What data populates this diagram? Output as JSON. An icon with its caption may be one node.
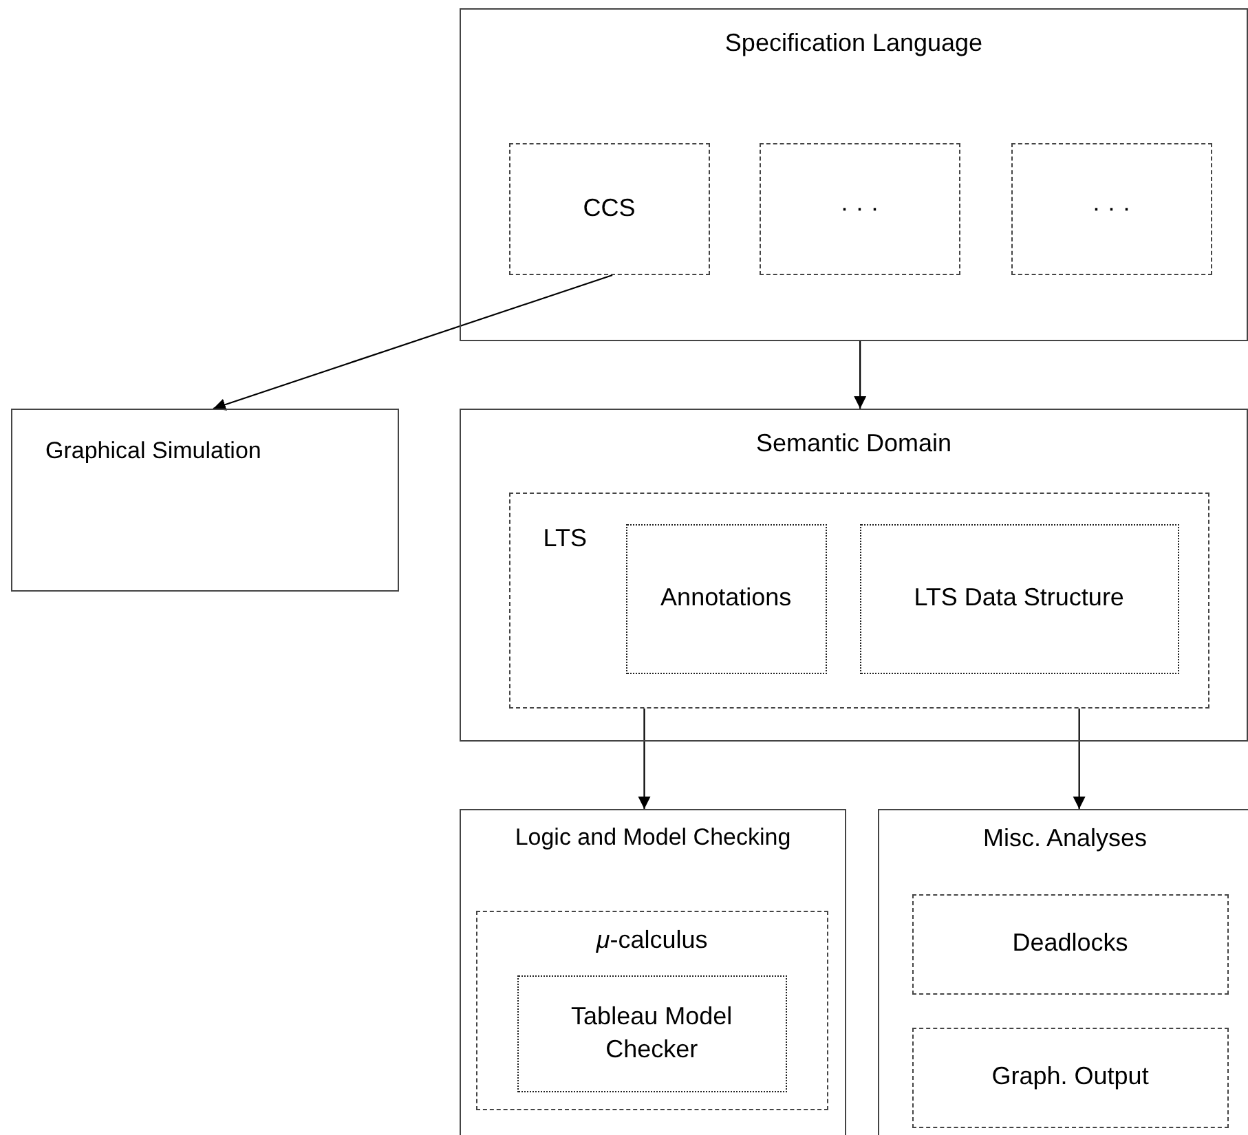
{
  "diagram": {
    "nodes": [
      {
        "text": [
          "Specification Language"
        ]
      },
      {
        "text": [
          "CCS"
        ],
        "in": 0
      },
      {
        "text": [
          "· · ·"
        ],
        "in": 0
      },
      {
        "text": [
          "· · ·"
        ],
        "in": 0
      },
      {
        "text": [
          "Graphical Simulation"
        ]
      },
      {
        "text": [
          "Semantic Domain"
        ]
      },
      {
        "text": [
          "LTS"
        ],
        "in": 5
      },
      {
        "text": [
          "Annotations"
        ],
        "in": 6
      },
      {
        "text": [
          "LTS Data Structure"
        ],
        "in": 6
      },
      {
        "text": [
          "Logic and Model Checking"
        ]
      },
      {
        "text": [
          "*μ*-calculus"
        ],
        "in": 9
      },
      {
        "text": [
          "Tableau Model Checker"
        ],
        "in": 10
      },
      {
        "text": [
          "Misc. Analyses"
        ]
      },
      {
        "text": [
          "Deadlocks"
        ],
        "in": 12
      },
      {
        "text": [
          "Graph. Output"
        ],
        "in": 12
      }
    ],
    "edges": [
      {
        "from": 1,
        "to": 4,
        "arrow": "to"
      },
      {
        "from": 0,
        "to": 5,
        "arrow": "to"
      },
      {
        "from": 6,
        "to": 9,
        "arrow": "to"
      },
      {
        "from": 6,
        "to": 12,
        "arrow": "to"
      }
    ]
  }
}
